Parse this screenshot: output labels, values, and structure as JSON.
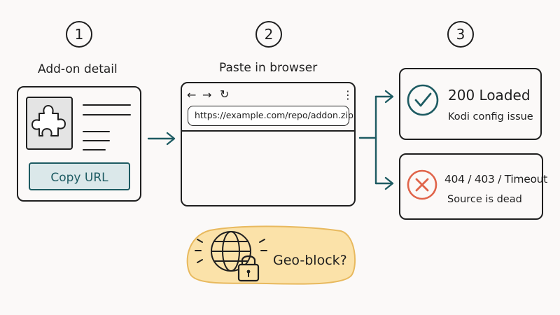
{
  "colors": {
    "background": "#fbf9f8",
    "ink": "#1f1f1f",
    "teal": "#1d5b62",
    "teal_fill": "#dbe8ea",
    "error_red": "#e0644a",
    "geo_fill": "#fbe2a9",
    "geo_border": "#e8b95e"
  },
  "steps": [
    {
      "number": "1",
      "title": "Add-on detail"
    },
    {
      "number": "2",
      "title": "Paste in browser"
    },
    {
      "number": "3",
      "title": ""
    }
  ],
  "addon_card": {
    "icon": "puzzle-piece-icon",
    "button_label": "Copy URL"
  },
  "browser": {
    "back_glyph": "←",
    "forward_glyph": "→",
    "reload_glyph": "↻",
    "menu_glyph": "⋮",
    "url": "https://example.com/repo/addon.zip"
  },
  "results": {
    "success": {
      "icon": "check-circle-icon",
      "title": "200 Loaded",
      "subtitle": "Kodi config issue"
    },
    "failure": {
      "icon": "x-circle-icon",
      "title": "404 / 403 / Timeout",
      "subtitle": "Source is dead"
    }
  },
  "geo_block": {
    "icon": "globe-lock-icon",
    "label": "Geo-block?"
  }
}
